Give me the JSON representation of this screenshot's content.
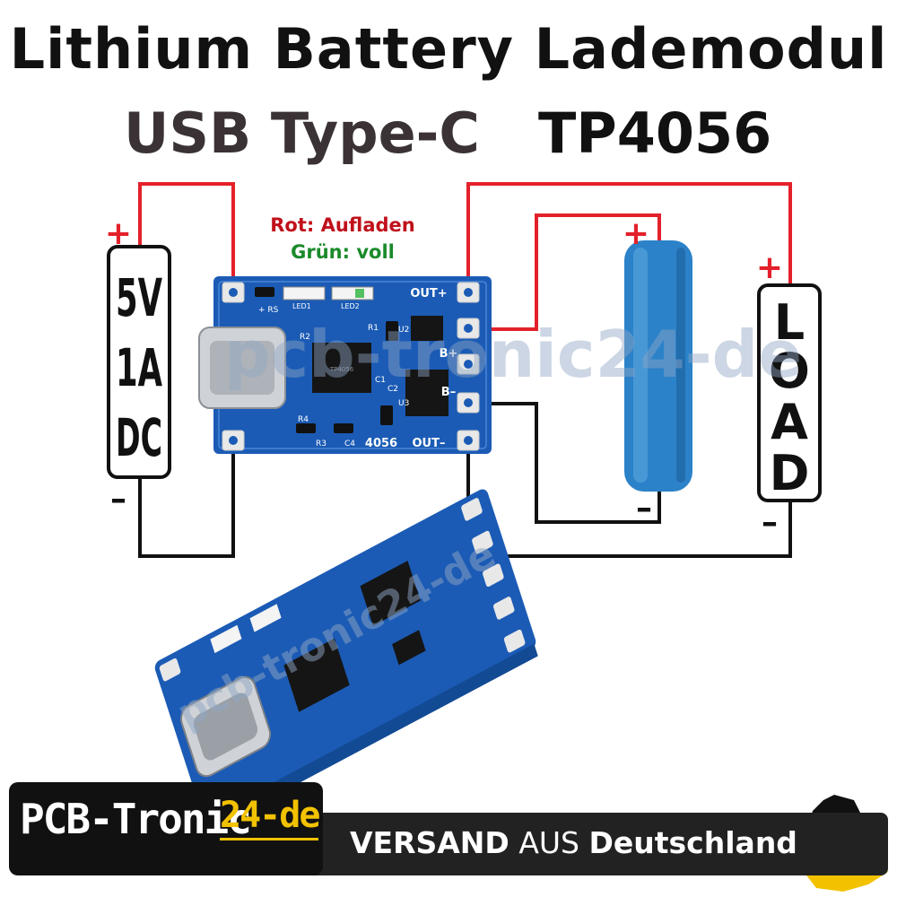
{
  "title": "Lithium Battery Lademodul",
  "subtitle_left": "USB Type-C",
  "subtitle_right": "TP4056",
  "legend": {
    "red": "Rot: Aufladen",
    "green": "Grün: voll"
  },
  "source": {
    "line1": "5V",
    "line2": "1A",
    "line3": "DC",
    "plus": "+",
    "minus": "–"
  },
  "battery": {
    "plus": "+",
    "minus": "–"
  },
  "load": {
    "letters": [
      "L",
      "O",
      "A",
      "D"
    ],
    "plus": "+",
    "minus": "–"
  },
  "pcb": {
    "pin_labels": [
      "OUT+",
      "B+",
      "B–",
      "OUT–"
    ],
    "chip_top": "TP4056",
    "marking": "4056",
    "small_labels": [
      "+ RS",
      "R2",
      "R1",
      "R3",
      "C4",
      "R4",
      "C1",
      "C2",
      "U2",
      "U3",
      "LED1",
      "LED2"
    ]
  },
  "watermark": "pcb-tronic24-de",
  "footer": {
    "brand": "PCB-Tronic",
    "brand_suffix": "24-de",
    "ship1": "VERSAND",
    "ship2": "AUS",
    "ship3": "Deutschland"
  },
  "colors": {
    "wire_red": "#e3212b",
    "wire_black": "#111111",
    "pcb_blue": "#1b5bb5",
    "battery_blue": "#2b82c9",
    "legend_red": "#c0111b",
    "legend_green": "#1a8a2a",
    "accent_yellow": "#f2c200"
  }
}
